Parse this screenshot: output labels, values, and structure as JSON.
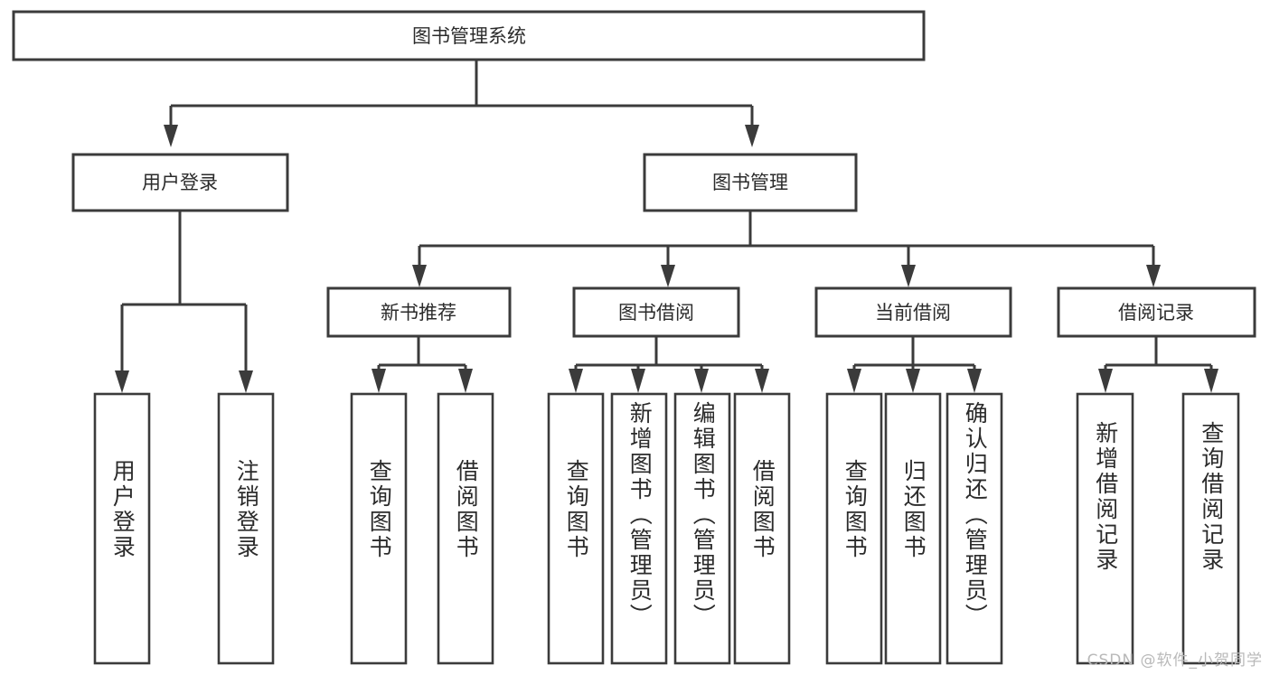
{
  "diagram": {
    "title": "图书管理系统",
    "type": "tree-hierarchy-diagram",
    "colors": {
      "background": "#ffffff",
      "box_fill": "#ffffff",
      "box_stroke": "#3b3b3b",
      "text": "#2b2b2b",
      "watermark": "#b9b9b9"
    },
    "root": {
      "label": "图书管理系统"
    },
    "level2": [
      {
        "label": "用户登录"
      },
      {
        "label": "图书管理"
      }
    ],
    "level3": [
      {
        "label": "新书推荐"
      },
      {
        "label": "图书借阅"
      },
      {
        "label": "当前借阅"
      },
      {
        "label": "借阅记录"
      }
    ],
    "leaves": {
      "user_login": [
        {
          "label": "用户登录"
        },
        {
          "label": "注销登录"
        }
      ],
      "new_book_recommend": [
        {
          "label": "查询图书"
        },
        {
          "label": "借阅图书"
        }
      ],
      "book_borrow": [
        {
          "label": "查询图书"
        },
        {
          "label": "新增图书（管理员）"
        },
        {
          "label": "编辑图书（管理员）"
        },
        {
          "label": "借阅图书"
        }
      ],
      "current_borrow": [
        {
          "label": "查询图书"
        },
        {
          "label": "归还图书"
        },
        {
          "label": "确认归还（管理员）"
        }
      ],
      "borrow_record": [
        {
          "label": "新增借阅记录"
        },
        {
          "label": "查询借阅记录"
        }
      ]
    }
  },
  "watermark": {
    "text": "CSDN @软件_小贺同学"
  }
}
